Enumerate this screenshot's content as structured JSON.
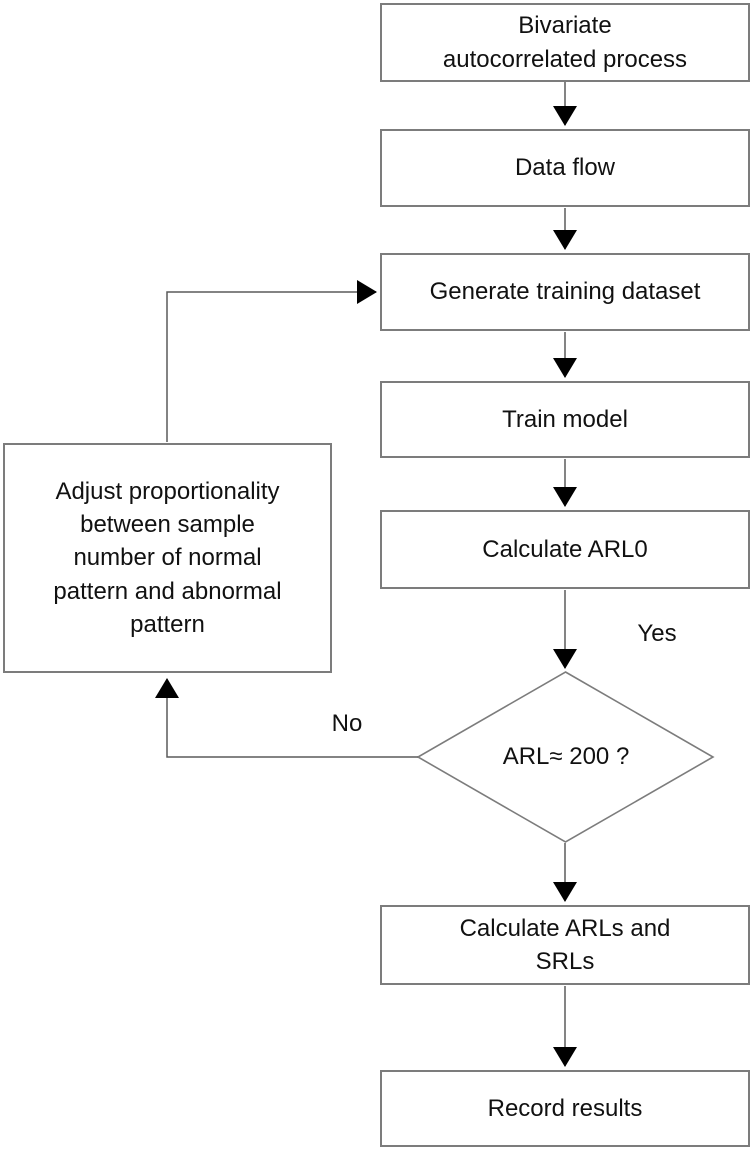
{
  "diagram": {
    "type": "flowchart",
    "nodes": {
      "bivariate": {
        "label": "Bivariate\nautocorrelated process",
        "shape": "process"
      },
      "data_flow": {
        "label": "Data flow",
        "shape": "process"
      },
      "generate": {
        "label": "Generate training dataset",
        "shape": "process"
      },
      "train": {
        "label": "Train model",
        "shape": "process"
      },
      "calc_arl0": {
        "label": "Calculate ARL0",
        "shape": "process"
      },
      "decision": {
        "label": "ARL≈ 200 ?",
        "shape": "decision"
      },
      "calc_arls": {
        "label": "Calculate ARLs and\nSRLs",
        "shape": "process"
      },
      "record": {
        "label": "Record results",
        "shape": "process"
      },
      "adjust": {
        "label": "Adjust proportionality\nbetween sample\nnumber of normal\npattern and abnormal\npattern",
        "shape": "process"
      }
    },
    "edge_labels": {
      "yes": "Yes",
      "no": "No"
    },
    "edges": [
      {
        "from": "bivariate",
        "to": "data_flow"
      },
      {
        "from": "data_flow",
        "to": "generate"
      },
      {
        "from": "generate",
        "to": "train"
      },
      {
        "from": "train",
        "to": "calc_arl0"
      },
      {
        "from": "calc_arl0",
        "to": "decision"
      },
      {
        "from": "decision",
        "to": "calc_arls",
        "label": "Yes"
      },
      {
        "from": "decision",
        "to": "adjust",
        "label": "No"
      },
      {
        "from": "adjust",
        "to": "generate"
      },
      {
        "from": "calc_arls",
        "to": "record"
      }
    ],
    "colors": {
      "box_border": "#7c7c7c",
      "line": "#5a5a5a",
      "arrowhead": "#000000",
      "text": "#111111",
      "background": "#ffffff"
    }
  }
}
